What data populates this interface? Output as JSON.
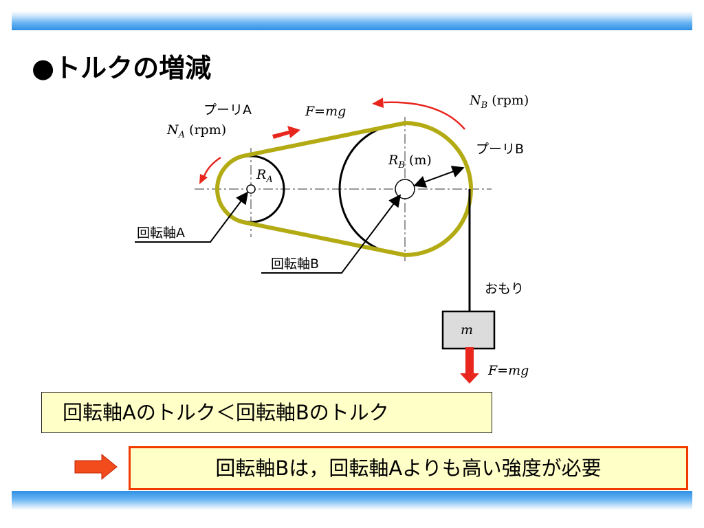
{
  "title": "●トルクの増減",
  "labels": {
    "pulley_a": "プーリA",
    "pulley_b": "プーリB",
    "speed_a": "N_A (rpm)",
    "speed_b": "N_B (rpm)",
    "radius_a": "R_A",
    "radius_b": "R_B (m)",
    "shaft_a": "回転軸A",
    "shaft_b": "回転軸B",
    "weight": "おもり",
    "mass": "m",
    "force_belt": "F=mg",
    "force_weight": "F=mg"
  },
  "statement": "回転軸Aのトルク＜回転軸Bのトルク",
  "conclusion": "回転軸Bは，回転軸Aよりも高い強度が必要",
  "colors": {
    "belt": "#b3ab14",
    "arrow_red": "#e8261e",
    "box_fill": "#ffffc8",
    "box_border_orange": "#f03a00",
    "weight_fill": "#dcdcdc",
    "bar_blue": "#2f8fe4"
  }
}
